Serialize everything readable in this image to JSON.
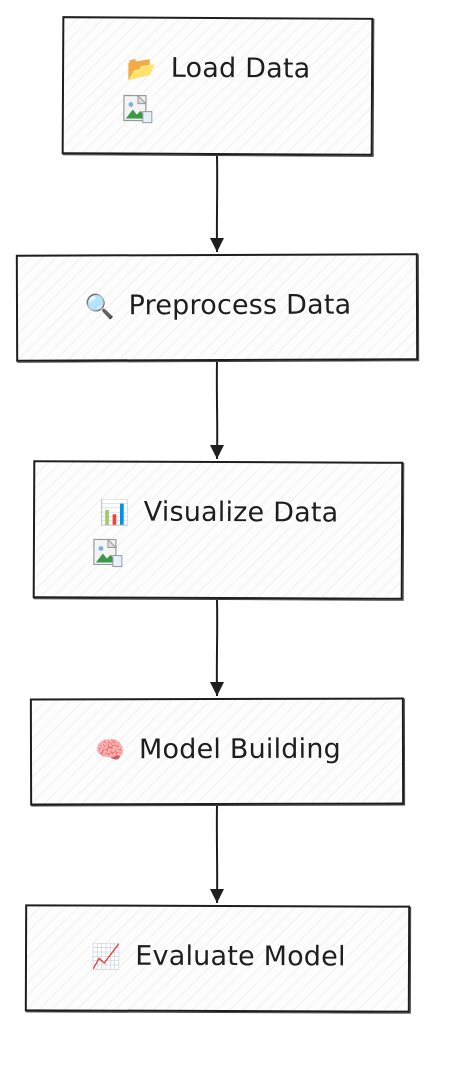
{
  "nodes": [
    {
      "id": "load",
      "label": "Load Data",
      "icon": "open-folder-icon",
      "glyph": "📂",
      "has_image": true
    },
    {
      "id": "preprocess",
      "label": "Preprocess Data",
      "icon": "magnifying-glass-icon",
      "glyph": "🔍",
      "has_image": false
    },
    {
      "id": "visualize",
      "label": "Visualize Data",
      "icon": "bar-chart-icon",
      "glyph": "📊",
      "has_image": true
    },
    {
      "id": "model",
      "label": "Model Building",
      "icon": "brain-icon",
      "glyph": "🧠",
      "has_image": false
    },
    {
      "id": "evaluate",
      "label": "Evaluate Model",
      "icon": "chart-increasing-icon",
      "glyph": "📈",
      "has_image": false
    }
  ],
  "edges": [
    {
      "from": "load",
      "to": "preprocess"
    },
    {
      "from": "preprocess",
      "to": "visualize"
    },
    {
      "from": "visualize",
      "to": "model"
    },
    {
      "from": "model",
      "to": "evaluate"
    }
  ],
  "colors": {
    "stroke": "#1e1e1e",
    "node_fill": "#fdfdfd",
    "background": "#ffffff"
  }
}
